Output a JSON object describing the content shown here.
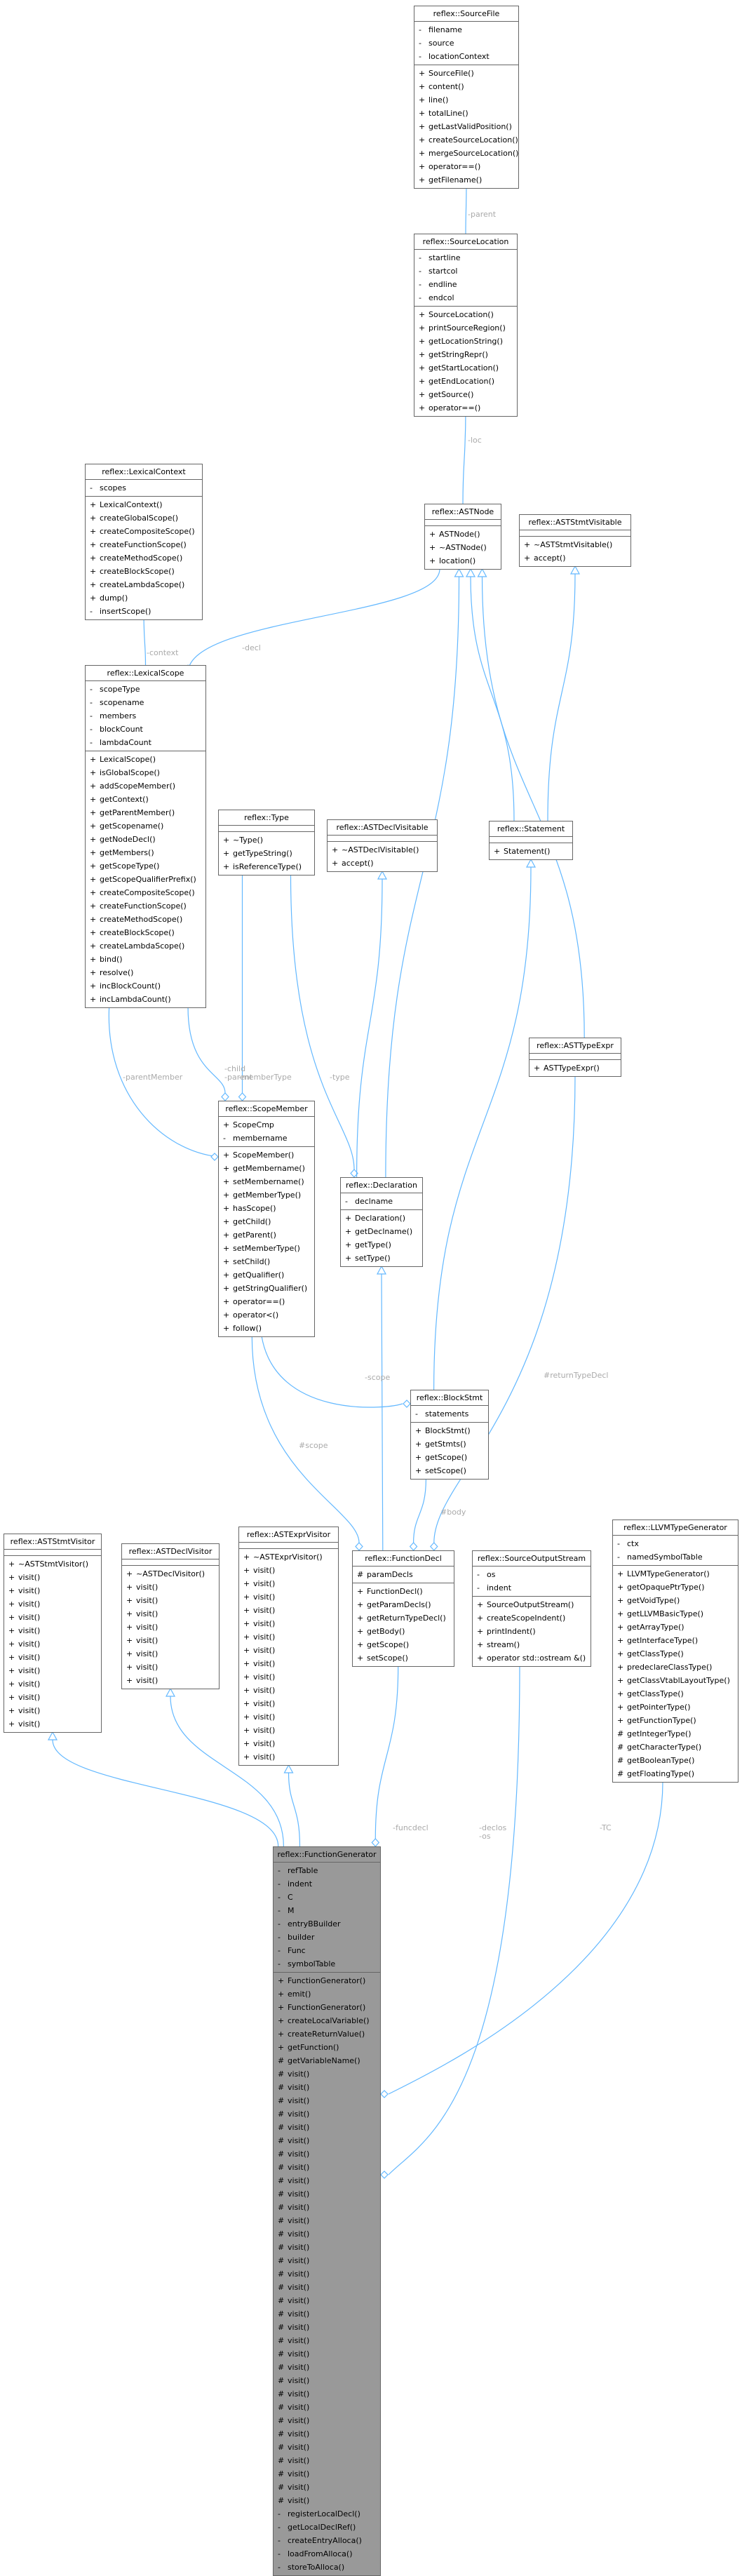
{
  "diagram": {
    "edge_color": "#63b8ff",
    "label_color": "#aaaaaa",
    "focus_fill": "#999999"
  },
  "classes": [
    {
      "id": "sourcefile",
      "title": "reflex::SourceFile",
      "attributes": [
        [
          "-",
          "filename"
        ],
        [
          "-",
          "source"
        ],
        [
          "-",
          "locationContext"
        ]
      ],
      "methods": [
        [
          "+",
          "SourceFile()"
        ],
        [
          "+",
          "content()"
        ],
        [
          "+",
          "line()"
        ],
        [
          "+",
          "totalLine()"
        ],
        [
          "+",
          "getLastValidPosition()"
        ],
        [
          "+",
          "createSourceLocation()"
        ],
        [
          "+",
          "mergeSourceLocation()"
        ],
        [
          "+",
          "operator==()"
        ],
        [
          "+",
          "getFilename()"
        ]
      ]
    },
    {
      "id": "sourcelocation",
      "title": "reflex::SourceLocation",
      "attributes": [
        [
          "-",
          "startline"
        ],
        [
          "-",
          "startcol"
        ],
        [
          "-",
          "endline"
        ],
        [
          "-",
          "endcol"
        ]
      ],
      "methods": [
        [
          "+",
          "SourceLocation()"
        ],
        [
          "+",
          "printSourceRegion()"
        ],
        [
          "+",
          "getLocationString()"
        ],
        [
          "+",
          "getStringRepr()"
        ],
        [
          "+",
          "getStartLocation()"
        ],
        [
          "+",
          "getEndLocation()"
        ],
        [
          "+",
          "getSource()"
        ],
        [
          "+",
          "operator==()"
        ]
      ]
    },
    {
      "id": "lexicalcontext",
      "title": "reflex::LexicalContext",
      "attributes": [
        [
          "-",
          "scopes"
        ]
      ],
      "methods": [
        [
          "+",
          "LexicalContext()"
        ],
        [
          "+",
          "createGlobalScope()"
        ],
        [
          "+",
          "createCompositeScope()"
        ],
        [
          "+",
          "createFunctionScope()"
        ],
        [
          "+",
          "createMethodScope()"
        ],
        [
          "+",
          "createBlockScope()"
        ],
        [
          "+",
          "createLambdaScope()"
        ],
        [
          "+",
          "dump()"
        ],
        [
          "-",
          "insertScope()"
        ]
      ]
    },
    {
      "id": "astnode",
      "title": "reflex::ASTNode",
      "attributes": [],
      "methods": [
        [
          "+",
          "ASTNode()"
        ],
        [
          "+",
          "~ASTNode()"
        ],
        [
          "+",
          "location()"
        ]
      ]
    },
    {
      "id": "aststmtvisitable",
      "title": "reflex::ASTStmtVisitable",
      "attributes": [],
      "methods": [
        [
          "+",
          "~ASTStmtVisitable()"
        ],
        [
          "+",
          "accept()"
        ]
      ]
    },
    {
      "id": "lexicalscope",
      "title": "reflex::LexicalScope",
      "attributes": [
        [
          "-",
          "scopeType"
        ],
        [
          "-",
          "scopename"
        ],
        [
          "-",
          "members"
        ],
        [
          "-",
          "blockCount"
        ],
        [
          "-",
          "lambdaCount"
        ]
      ],
      "methods": [
        [
          "+",
          "LexicalScope()"
        ],
        [
          "+",
          "isGlobalScope()"
        ],
        [
          "+",
          "addScopeMember()"
        ],
        [
          "+",
          "getContext()"
        ],
        [
          "+",
          "getParentMember()"
        ],
        [
          "+",
          "getScopename()"
        ],
        [
          "+",
          "getNodeDecl()"
        ],
        [
          "+",
          "getMembers()"
        ],
        [
          "+",
          "getScopeType()"
        ],
        [
          "+",
          "getScopeQualifierPrefix()"
        ],
        [
          "+",
          "createCompositeScope()"
        ],
        [
          "+",
          "createFunctionScope()"
        ],
        [
          "+",
          "createMethodScope()"
        ],
        [
          "+",
          "createBlockScope()"
        ],
        [
          "+",
          "createLambdaScope()"
        ],
        [
          "+",
          "bind()"
        ],
        [
          "+",
          "resolve()"
        ],
        [
          "+",
          "incBlockCount()"
        ],
        [
          "+",
          "incLambdaCount()"
        ]
      ]
    },
    {
      "id": "type",
      "title": "reflex::Type",
      "attributes": [],
      "methods": [
        [
          "+",
          "~Type()"
        ],
        [
          "+",
          "getTypeString()"
        ],
        [
          "+",
          "isReferenceType()"
        ]
      ]
    },
    {
      "id": "astdeclvisitable",
      "title": "reflex::ASTDeclVisitable",
      "attributes": [],
      "methods": [
        [
          "+",
          "~ASTDeclVisitable()"
        ],
        [
          "+",
          "accept()"
        ]
      ]
    },
    {
      "id": "statement",
      "title": "reflex::Statement",
      "attributes": [],
      "methods": [
        [
          "+",
          "Statement()"
        ]
      ]
    },
    {
      "id": "asttypeexpr",
      "title": "reflex::ASTTypeExpr",
      "attributes": [],
      "methods": [
        [
          "+",
          "ASTTypeExpr()"
        ]
      ]
    },
    {
      "id": "scopemember",
      "title": "reflex::ScopeMember",
      "attributes": [
        [
          "+",
          "ScopeCmp"
        ],
        [
          "-",
          "membername"
        ]
      ],
      "methods": [
        [
          "+",
          "ScopeMember()"
        ],
        [
          "+",
          "getMembername()"
        ],
        [
          "+",
          "setMembername()"
        ],
        [
          "+",
          "getMemberType()"
        ],
        [
          "+",
          "hasScope()"
        ],
        [
          "+",
          "getChild()"
        ],
        [
          "+",
          "getParent()"
        ],
        [
          "+",
          "setMemberType()"
        ],
        [
          "+",
          "setChild()"
        ],
        [
          "+",
          "getQualifier()"
        ],
        [
          "+",
          "getStringQualifier()"
        ],
        [
          "+",
          "operator==()"
        ],
        [
          "+",
          "operator<()"
        ],
        [
          "+",
          "follow()"
        ]
      ]
    },
    {
      "id": "declaration",
      "title": "reflex::Declaration",
      "attributes": [
        [
          "-",
          "declname"
        ]
      ],
      "methods": [
        [
          "+",
          "Declaration()"
        ],
        [
          "+",
          "getDeclname()"
        ],
        [
          "+",
          "getType()"
        ],
        [
          "+",
          "setType()"
        ]
      ]
    },
    {
      "id": "blockstmt",
      "title": "reflex::BlockStmt",
      "attributes": [
        [
          "-",
          "statements"
        ]
      ],
      "methods": [
        [
          "+",
          "BlockStmt()"
        ],
        [
          "+",
          "getStmts()"
        ],
        [
          "+",
          "getScope()"
        ],
        [
          "+",
          "setScope()"
        ]
      ]
    },
    {
      "id": "aststmtvisitor",
      "title": "reflex::ASTStmtVisitor",
      "attributes": [],
      "methods": [
        [
          "+",
          "~ASTStmtVisitor()"
        ],
        [
          "+",
          "visit()"
        ],
        [
          "+",
          "visit()"
        ],
        [
          "+",
          "visit()"
        ],
        [
          "+",
          "visit()"
        ],
        [
          "+",
          "visit()"
        ],
        [
          "+",
          "visit()"
        ],
        [
          "+",
          "visit()"
        ],
        [
          "+",
          "visit()"
        ],
        [
          "+",
          "visit()"
        ],
        [
          "+",
          "visit()"
        ],
        [
          "+",
          "visit()"
        ],
        [
          "+",
          "visit()"
        ]
      ]
    },
    {
      "id": "astdeclvisitor",
      "title": "reflex::ASTDeclVisitor",
      "attributes": [],
      "methods": [
        [
          "+",
          "~ASTDeclVisitor()"
        ],
        [
          "+",
          "visit()"
        ],
        [
          "+",
          "visit()"
        ],
        [
          "+",
          "visit()"
        ],
        [
          "+",
          "visit()"
        ],
        [
          "+",
          "visit()"
        ],
        [
          "+",
          "visit()"
        ],
        [
          "+",
          "visit()"
        ],
        [
          "+",
          "visit()"
        ]
      ]
    },
    {
      "id": "astexprvisitor",
      "title": "reflex::ASTExprVisitor",
      "attributes": [],
      "methods": [
        [
          "+",
          "~ASTExprVisitor()"
        ],
        [
          "+",
          "visit()"
        ],
        [
          "+",
          "visit()"
        ],
        [
          "+",
          "visit()"
        ],
        [
          "+",
          "visit()"
        ],
        [
          "+",
          "visit()"
        ],
        [
          "+",
          "visit()"
        ],
        [
          "+",
          "visit()"
        ],
        [
          "+",
          "visit()"
        ],
        [
          "+",
          "visit()"
        ],
        [
          "+",
          "visit()"
        ],
        [
          "+",
          "visit()"
        ],
        [
          "+",
          "visit()"
        ],
        [
          "+",
          "visit()"
        ],
        [
          "+",
          "visit()"
        ],
        [
          "+",
          "visit()"
        ]
      ]
    },
    {
      "id": "functiondecl",
      "title": "reflex::FunctionDecl",
      "attributes": [
        [
          "#",
          "paramDecls"
        ]
      ],
      "methods": [
        [
          "+",
          "FunctionDecl()"
        ],
        [
          "+",
          "getParamDecls()"
        ],
        [
          "+",
          "getReturnTypeDecl()"
        ],
        [
          "+",
          "getBody()"
        ],
        [
          "+",
          "getScope()"
        ],
        [
          "+",
          "setScope()"
        ]
      ]
    },
    {
      "id": "sourceoutputstream",
      "title": "reflex::SourceOutputStream",
      "attributes": [
        [
          "-",
          "os"
        ],
        [
          "-",
          "indent"
        ]
      ],
      "methods": [
        [
          "+",
          "SourceOutputStream()"
        ],
        [
          "+",
          "createScopeIndent()"
        ],
        [
          "+",
          "printIndent()"
        ],
        [
          "+",
          "stream()"
        ],
        [
          "+",
          "operator std::ostream &()"
        ]
      ]
    },
    {
      "id": "llvmtypegenerator",
      "title": "reflex::LLVMTypeGenerator",
      "attributes": [
        [
          "-",
          "ctx"
        ],
        [
          "-",
          "namedSymbolTable"
        ]
      ],
      "methods": [
        [
          "+",
          "LLVMTypeGenerator()"
        ],
        [
          "+",
          "getOpaquePtrType()"
        ],
        [
          "+",
          "getVoidType()"
        ],
        [
          "+",
          "getLLVMBasicType()"
        ],
        [
          "+",
          "getArrayType()"
        ],
        [
          "+",
          "getInterfaceType()"
        ],
        [
          "+",
          "getClassType()"
        ],
        [
          "+",
          "predeclareClassType()"
        ],
        [
          "+",
          "getClassVtablLayoutType()"
        ],
        [
          "+",
          "getClassType()"
        ],
        [
          "+",
          "getPointerType()"
        ],
        [
          "+",
          "getFunctionType()"
        ],
        [
          "#",
          "getIntegerType()"
        ],
        [
          "#",
          "getCharacterType()"
        ],
        [
          "#",
          "getBooleanType()"
        ],
        [
          "#",
          "getFloatingType()"
        ]
      ]
    },
    {
      "id": "functiongenerator",
      "title": "reflex::FunctionGenerator",
      "focus": true,
      "attributes": [
        [
          "-",
          "refTable"
        ],
        [
          "-",
          "indent"
        ],
        [
          "-",
          "C"
        ],
        [
          "-",
          "M"
        ],
        [
          "-",
          "entryBBuilder"
        ],
        [
          "-",
          "builder"
        ],
        [
          "-",
          "Func"
        ],
        [
          "-",
          "symbolTable"
        ]
      ],
      "methods": [
        [
          "+",
          "FunctionGenerator()"
        ],
        [
          "+",
          "emit()"
        ],
        [
          "+",
          "FunctionGenerator()"
        ],
        [
          "+",
          "createLocalVariable()"
        ],
        [
          "+",
          "createReturnValue()"
        ],
        [
          "+",
          "getFunction()"
        ],
        [
          "#",
          "getVariableName()"
        ],
        [
          "#",
          "visit()"
        ],
        [
          "#",
          "visit()"
        ],
        [
          "#",
          "visit()"
        ],
        [
          "#",
          "visit()"
        ],
        [
          "#",
          "visit()"
        ],
        [
          "#",
          "visit()"
        ],
        [
          "#",
          "visit()"
        ],
        [
          "#",
          "visit()"
        ],
        [
          "#",
          "visit()"
        ],
        [
          "#",
          "visit()"
        ],
        [
          "#",
          "visit()"
        ],
        [
          "#",
          "visit()"
        ],
        [
          "#",
          "visit()"
        ],
        [
          "#",
          "visit()"
        ],
        [
          "#",
          "visit()"
        ],
        [
          "#",
          "visit()"
        ],
        [
          "#",
          "visit()"
        ],
        [
          "#",
          "visit()"
        ],
        [
          "#",
          "visit()"
        ],
        [
          "#",
          "visit()"
        ],
        [
          "#",
          "visit()"
        ],
        [
          "#",
          "visit()"
        ],
        [
          "#",
          "visit()"
        ],
        [
          "#",
          "visit()"
        ],
        [
          "#",
          "visit()"
        ],
        [
          "#",
          "visit()"
        ],
        [
          "#",
          "visit()"
        ],
        [
          "#",
          "visit()"
        ],
        [
          "#",
          "visit()"
        ],
        [
          "#",
          "visit()"
        ],
        [
          "#",
          "visit()"
        ],
        [
          "#",
          "visit()"
        ],
        [
          "#",
          "visit()"
        ],
        [
          "-",
          "registerLocalDecl()"
        ],
        [
          "-",
          "getLocalDeclRef()"
        ],
        [
          "-",
          "createEntryAlloca()"
        ],
        [
          "-",
          "loadFromAlloca()"
        ],
        [
          "-",
          "storeToAlloca()"
        ]
      ]
    }
  ],
  "edge_labels": {
    "parent": "-parent",
    "loc": "-loc",
    "context": "-context",
    "decl": "-decl",
    "parentMember": "-parentMember",
    "child_parent": "-child\n-parent",
    "memberType": "-memberType",
    "type": "-type",
    "returnTypeDecl": "#returnTypeDecl",
    "scope_sm": "-scope",
    "scope_fd": "#scope",
    "body": "#body",
    "funcdecl": "-funcdecl",
    "declos": "-declos\n-os",
    "tc": "-TC"
  }
}
